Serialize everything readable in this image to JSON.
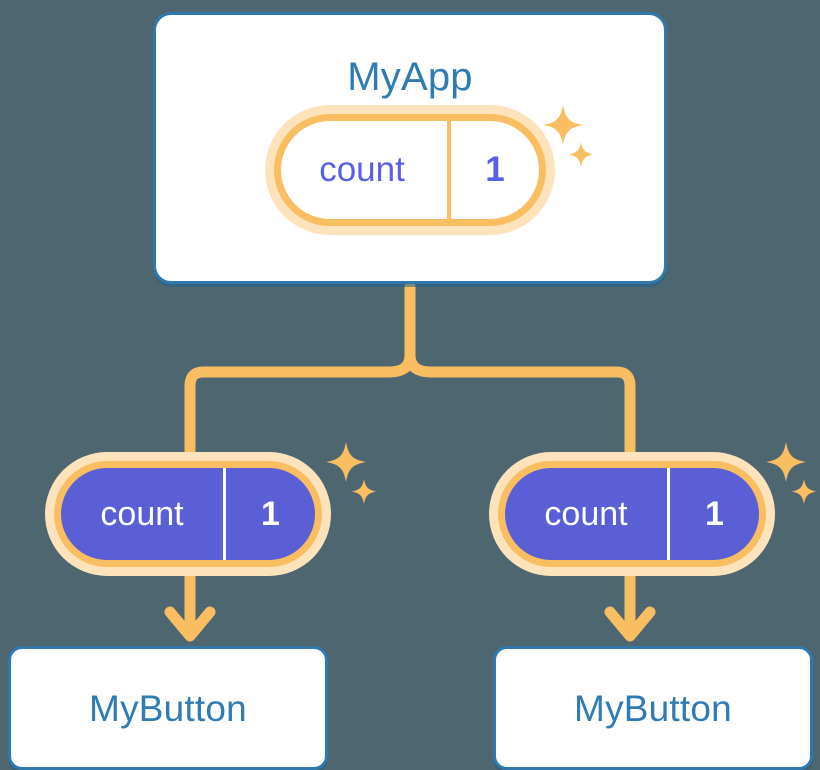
{
  "diagram": {
    "type": "component-state-tree",
    "background_color": "#4d6670",
    "colors": {
      "card_border": "#3079ae",
      "card_title_text": "#2f7bb3",
      "card_background": "#ffffff",
      "pill_border": "#f9bd62",
      "pill_halo": "#fce3bb",
      "pill_filled_background": "#5b5fd6",
      "pill_light_text": "#5b5fe3",
      "pill_filled_text": "#ffffff",
      "connector": "#f9bd62",
      "sparkle": "#f9bd62"
    }
  },
  "root": {
    "card_label": "MyApp",
    "state": {
      "key": "count",
      "value": "1"
    }
  },
  "children": [
    {
      "card_label": "MyButton",
      "state": {
        "key": "count",
        "value": "1"
      }
    },
    {
      "card_label": "MyButton",
      "state": {
        "key": "count",
        "value": "1"
      }
    }
  ],
  "icons": {
    "sparkle_large": "sparkle-four-point-large",
    "sparkle_small": "sparkle-four-point-small",
    "arrow": "arrow-down"
  }
}
